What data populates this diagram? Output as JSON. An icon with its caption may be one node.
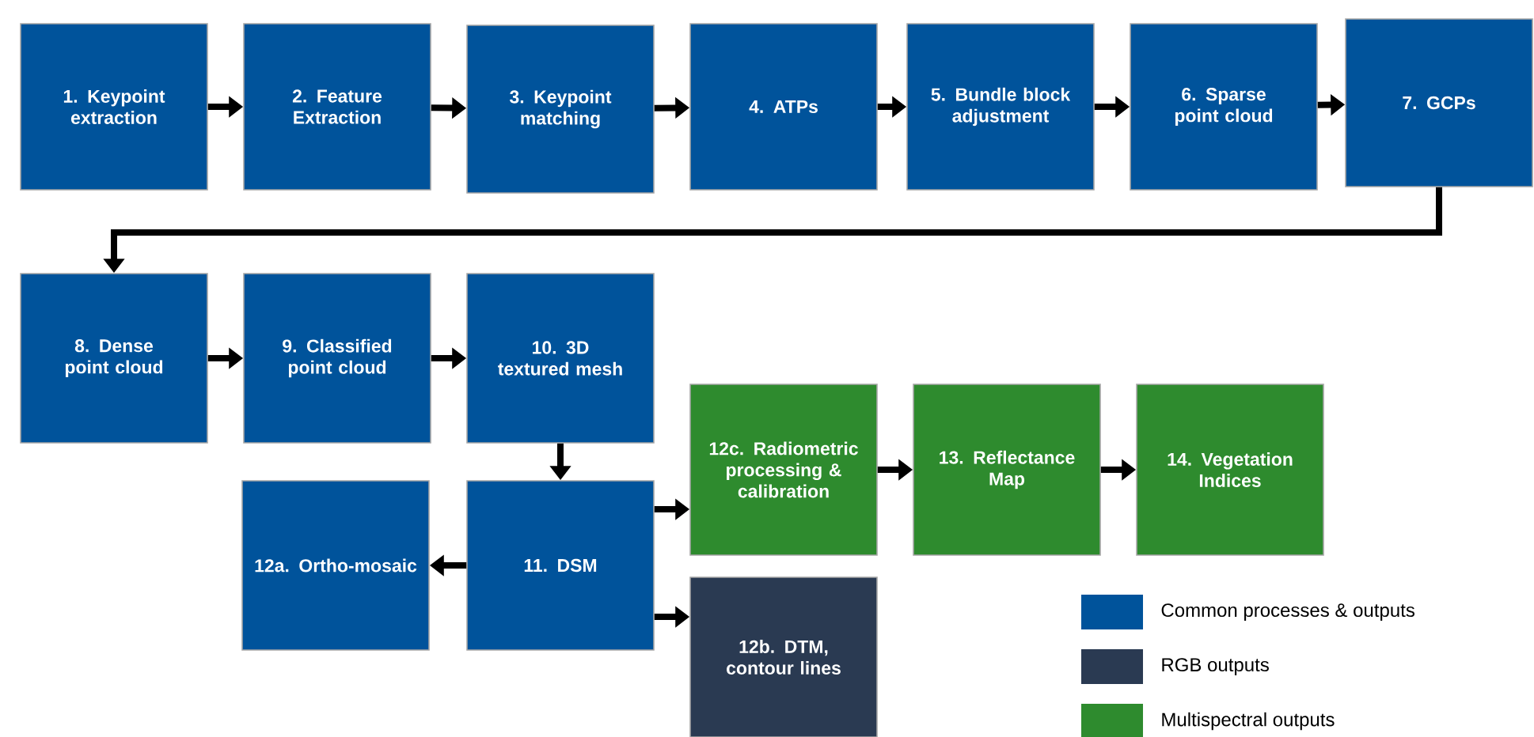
{
  "diagram": {
    "nodes": [
      {
        "text": [
          "1. Keypoint extraction"
        ]
      },
      {
        "text": [
          "2. Feature Extraction"
        ]
      },
      {
        "text": [
          "3. Keypoint matching"
        ]
      },
      {
        "text": [
          "4. ATPs"
        ]
      },
      {
        "text": [
          "5. Bundle block adjustment"
        ]
      },
      {
        "text": [
          "6. Sparse point cloud"
        ]
      },
      {
        "text": [
          "7. GCPs"
        ]
      },
      {
        "text": [
          "8. Dense point cloud"
        ]
      },
      {
        "text": [
          "9. Classified point cloud"
        ]
      },
      {
        "text": [
          "10. 3D textured mesh"
        ]
      },
      {
        "text": [
          "11. DSM"
        ]
      },
      {
        "text": [
          "12a. Ortho-mosaic"
        ]
      },
      {
        "text": [
          "12b. DTM, contour lines"
        ]
      },
      {
        "text": [
          "12c. Radiometric processing & calibration"
        ]
      },
      {
        "text": [
          "13. Reflectance Map"
        ]
      },
      {
        "text": [
          "14. Vegetation Indices"
        ]
      }
    ],
    "edges": [
      {
        "from": 0,
        "to": 1,
        "arrow": "to"
      },
      {
        "from": 1,
        "to": 2,
        "arrow": "to"
      },
      {
        "from": 2,
        "to": 3,
        "arrow": "to"
      },
      {
        "from": 3,
        "to": 4,
        "arrow": "to"
      },
      {
        "from": 4,
        "to": 5,
        "arrow": "to"
      },
      {
        "from": 5,
        "to": 6,
        "arrow": "to"
      },
      {
        "from": 6,
        "to": 7,
        "arrow": "to"
      },
      {
        "from": 7,
        "to": 8,
        "arrow": "to"
      },
      {
        "from": 8,
        "to": 9,
        "arrow": "to"
      },
      {
        "from": 9,
        "to": 10,
        "arrow": "to"
      },
      {
        "from": 10,
        "to": 11,
        "arrow": "to"
      },
      {
        "from": 10,
        "to": 13,
        "arrow": "to"
      },
      {
        "from": 10,
        "to": 12,
        "arrow": "to"
      },
      {
        "from": 13,
        "to": 14,
        "arrow": "to"
      },
      {
        "from": 14,
        "to": 15,
        "arrow": "to"
      }
    ],
    "legend": [
      {
        "text": "Common processes & outputs",
        "color": "#00539b"
      },
      {
        "text": "RGB outputs",
        "color": "#2a3a52"
      },
      {
        "text": "Multispectral outputs",
        "color": "#2e8b2e"
      }
    ]
  }
}
